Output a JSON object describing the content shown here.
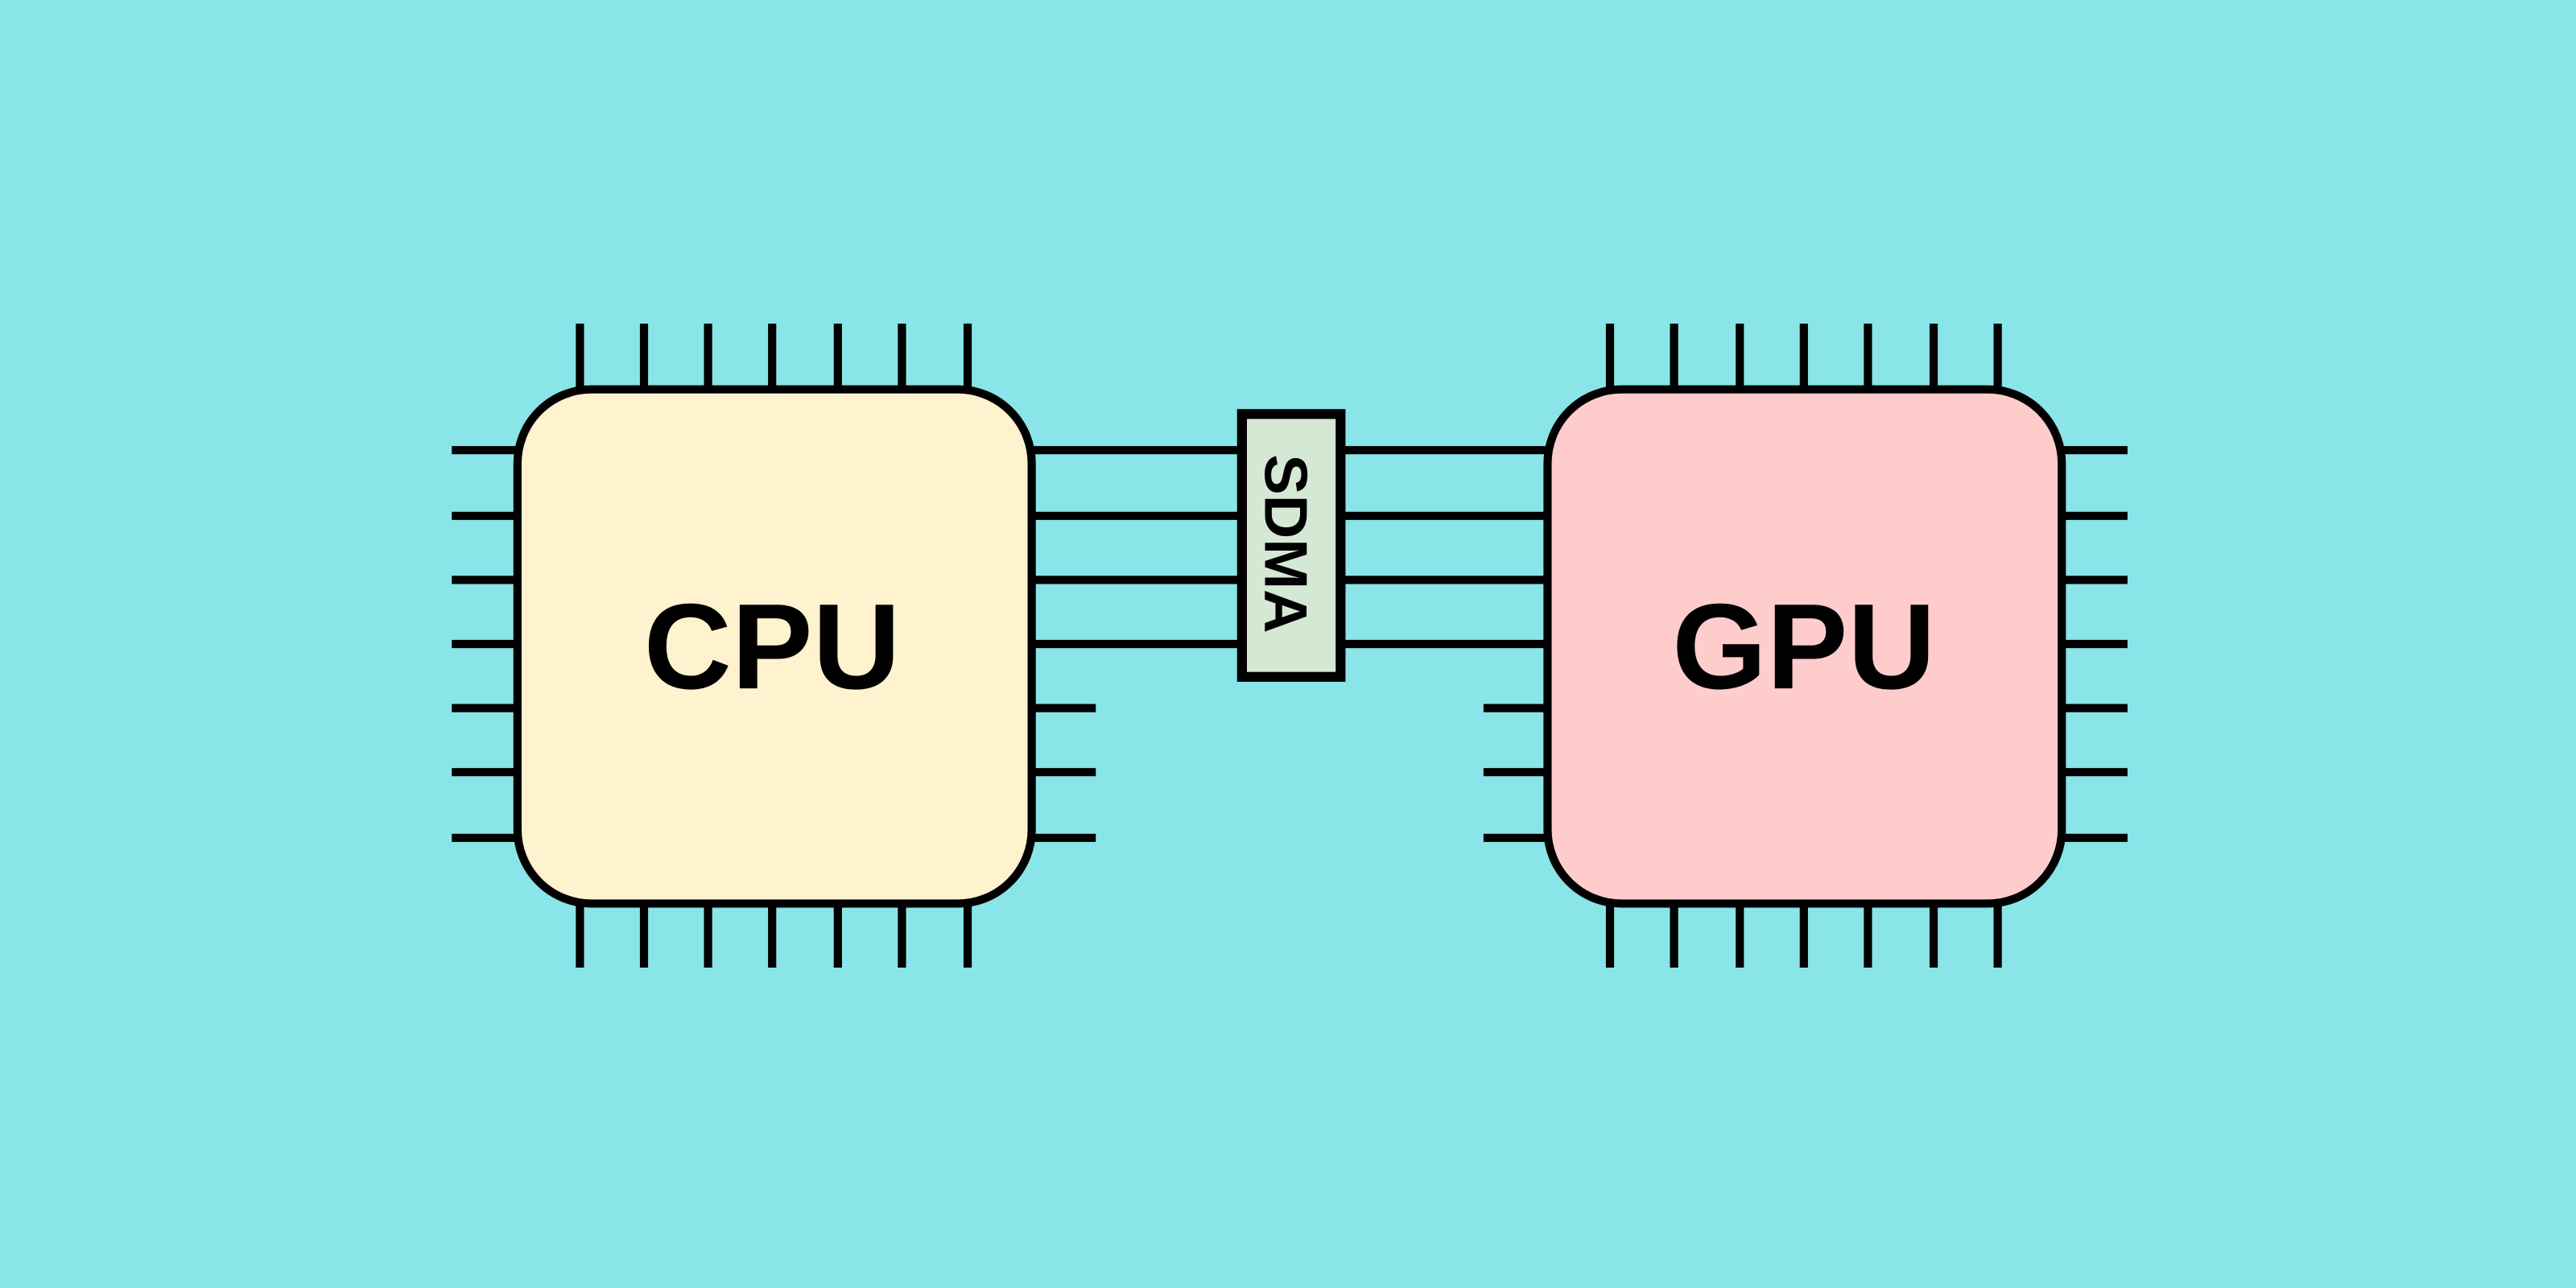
{
  "cpu": {
    "label": "CPU",
    "fill": "#fff2cf"
  },
  "gpu": {
    "label": "GPU",
    "fill": "#ffcccc"
  },
  "sdma": {
    "label": "SDMA",
    "fill": "#d5e8d4"
  },
  "background": "#8ae5e8"
}
